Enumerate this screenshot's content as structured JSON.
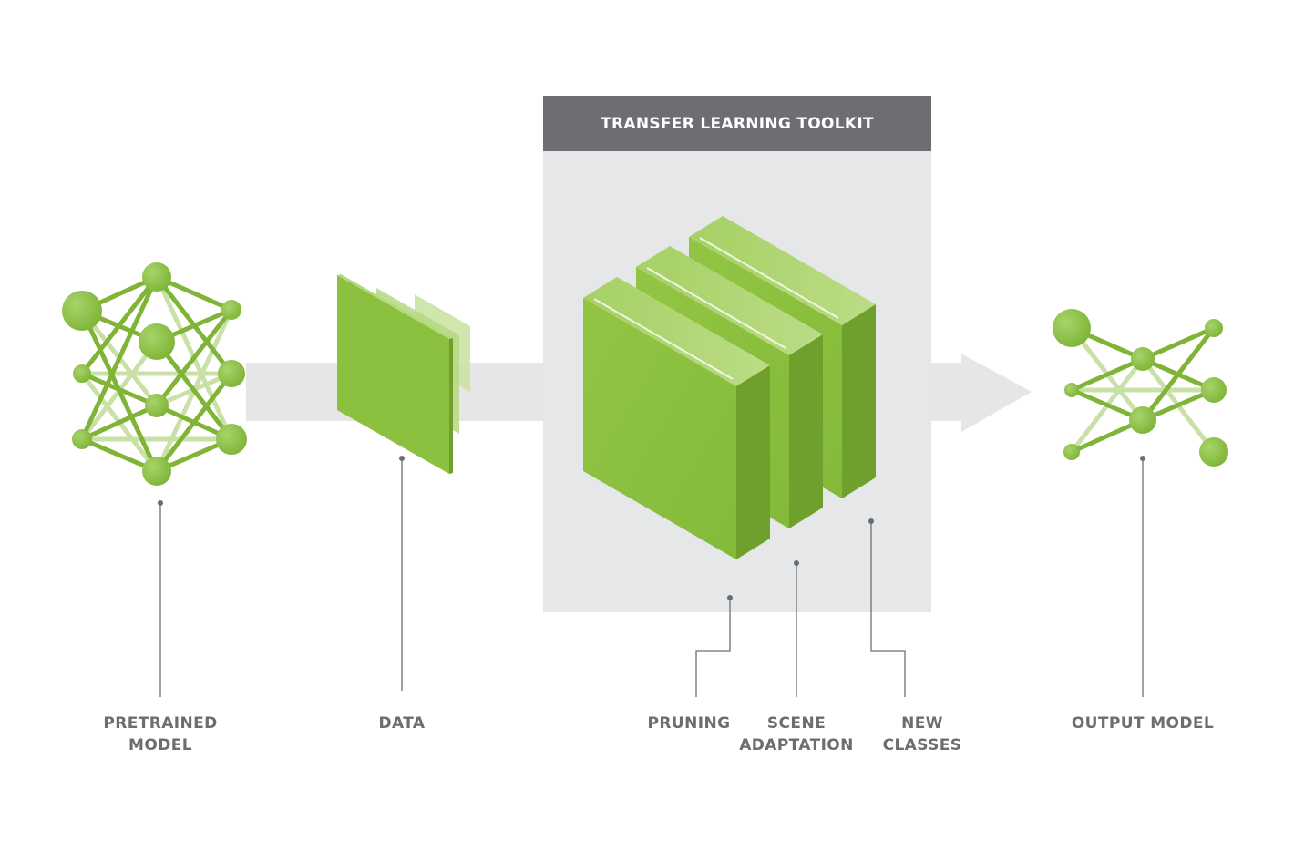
{
  "toolkit": {
    "title": "TRANSFER LEARNING TOOLKIT"
  },
  "labels": {
    "pretrained_model": [
      "PRETRAINED",
      "MODEL"
    ],
    "data": [
      "DATA"
    ],
    "pruning": [
      "PRUNING"
    ],
    "scene_adaptation": [
      "SCENE",
      "ADAPTATION"
    ],
    "new_classes": [
      "NEW",
      "CLASSES"
    ],
    "output_model": [
      "OUTPUT MODEL"
    ]
  },
  "colors": {
    "green_front": "#8cc13f",
    "green_side": "#6f9f2d",
    "green_top": "#b4d97a",
    "green_light_line": "#c9e0a6",
    "panel_gray": "#e6e7e8",
    "header_gray": "#6d6e71",
    "arrow_gray": "#e6e6e6",
    "leader_gray": "#6b6e70"
  }
}
